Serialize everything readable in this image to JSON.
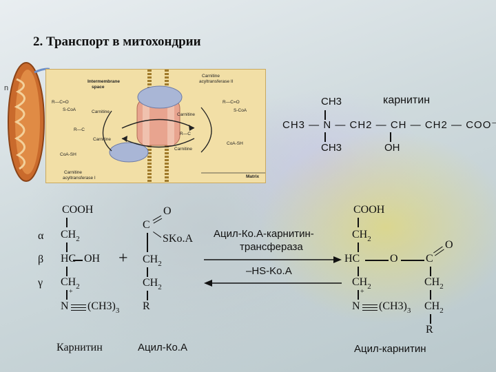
{
  "title": "2. Транспорт в митохондрии",
  "mito_marker": "n",
  "scheme": {
    "intermembrane_1": "Intermembrane",
    "intermembrane_2": "space",
    "cat2_1": "Carnitine",
    "cat2_2": "acyltransferase II",
    "cat1_1": "Carnitine",
    "cat1_2": "acyltransferase I",
    "acyl_coa_left": "R—C=O",
    "acyl_coa_right": "R—C=O",
    "s_coa": "S-CoA",
    "carnitine": "Carnitine",
    "r_c": "R—C",
    "coa_sh": "CoA-SH",
    "matrix": "Matrix"
  },
  "carnitine_formula": {
    "label": "карнитин",
    "ch3_top": "CH3",
    "chain": "CH3 — N — CH2 — CH — CH2 — COO⁻",
    "ch3_bottom": "CH3",
    "oh": "OH"
  },
  "carnitine": {
    "cooh": "COOH",
    "alpha": "α",
    "beta": "β",
    "gamma": "γ",
    "ch": "CH",
    "two": "2",
    "hc": "HC",
    "oh": "OH",
    "charge": "+",
    "n": "N",
    "ch3_open": "(CH3)",
    "three": "3"
  },
  "plus": "+",
  "acyl_coa": {
    "o": "O",
    "c": "C",
    "skoa": "SKo.A",
    "ch": "CH",
    "two": "2",
    "r": "R"
  },
  "reaction": {
    "enzyme_1": "Ацил-Ко.А-карнитин-",
    "enzyme_2": "трансфераза",
    "byproduct": "–HS-Ko.A"
  },
  "acyl_carnitine": {
    "cooh": "COOH",
    "ch": "CH",
    "two": "2",
    "hc": "HC",
    "o": "O",
    "c": "C",
    "charge": "+",
    "n": "N",
    "ch3_open": "(CH3)",
    "three": "3",
    "r": "R"
  },
  "captions": {
    "carnitine": "Карнитин",
    "acyl_coa": "Ацил-Ко.А",
    "acyl_carnitine": "Ацил-карнитин"
  }
}
